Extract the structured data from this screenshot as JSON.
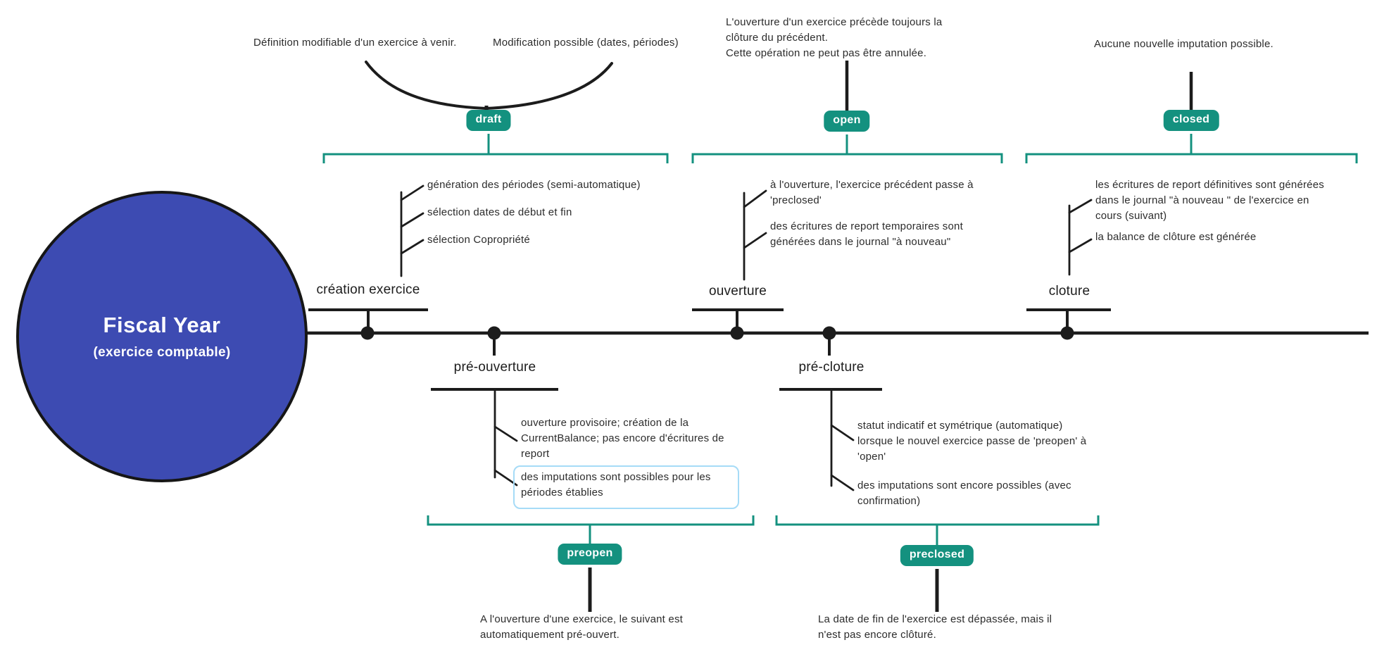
{
  "colors": {
    "teal": "#14917f",
    "blue": "#3d4bb2",
    "line": "#1c1c1c",
    "boxBorder": "#a6dbf7",
    "text": "#2c2c2c"
  },
  "fiscal_year": {
    "title": "Fiscal Year",
    "subtitle": "(exercice comptable)"
  },
  "states": {
    "draft": {
      "label": "draft",
      "note_left": "Définition modifiable d'un exercice à venir.",
      "note_right": "Modification possible (dates, périodes)"
    },
    "open": {
      "label": "open",
      "note": "L'ouverture d'un exercice précède toujours la\nclôture du précédent.\nCette opération ne peut pas être annulée."
    },
    "closed": {
      "label": "closed",
      "note": "Aucune nouvelle imputation possible."
    },
    "preopen": {
      "label": "preopen",
      "note": "A l'ouverture d'une exercice, le suivant est\nautomatiquement pré-ouvert."
    },
    "preclosed": {
      "label": "preclosed",
      "note": "La date de fin de l'exercice est dépassée, mais il\nn'est pas encore clôturé."
    }
  },
  "milestones": {
    "creation": {
      "label": "création exercice",
      "items": [
        "génération des périodes (semi-automatique)",
        "sélection dates de début et fin",
        "sélection Copropriété"
      ]
    },
    "ouverture": {
      "label": "ouverture",
      "items": [
        "à l'ouverture, l'exercice précédent passe à\n'preclosed'",
        "des écritures de report temporaires sont\ngénérées dans le journal \"à nouveau\""
      ]
    },
    "cloture": {
      "label": "cloture",
      "items": [
        "les écritures de report définitives sont générées\ndans le journal \"à nouveau \" de l'exercice en\ncours (suivant)",
        "la balance de clôture est générée"
      ]
    },
    "pre_ouverture": {
      "label": "pré-ouverture",
      "items": [
        "ouverture provisoire; création de la\nCurrentBalance; pas encore d'écritures de\nreport",
        "des imputations sont possibles pour les\npériodes établies"
      ]
    },
    "pre_cloture": {
      "label": "pré-cloture",
      "items": [
        "statut indicatif et symétrique (automatique)\nlorsque le nouvel exercice passe de 'preopen' à\n'open'",
        "des imputations sont encore possibles (avec\nconfirmation)"
      ]
    }
  }
}
